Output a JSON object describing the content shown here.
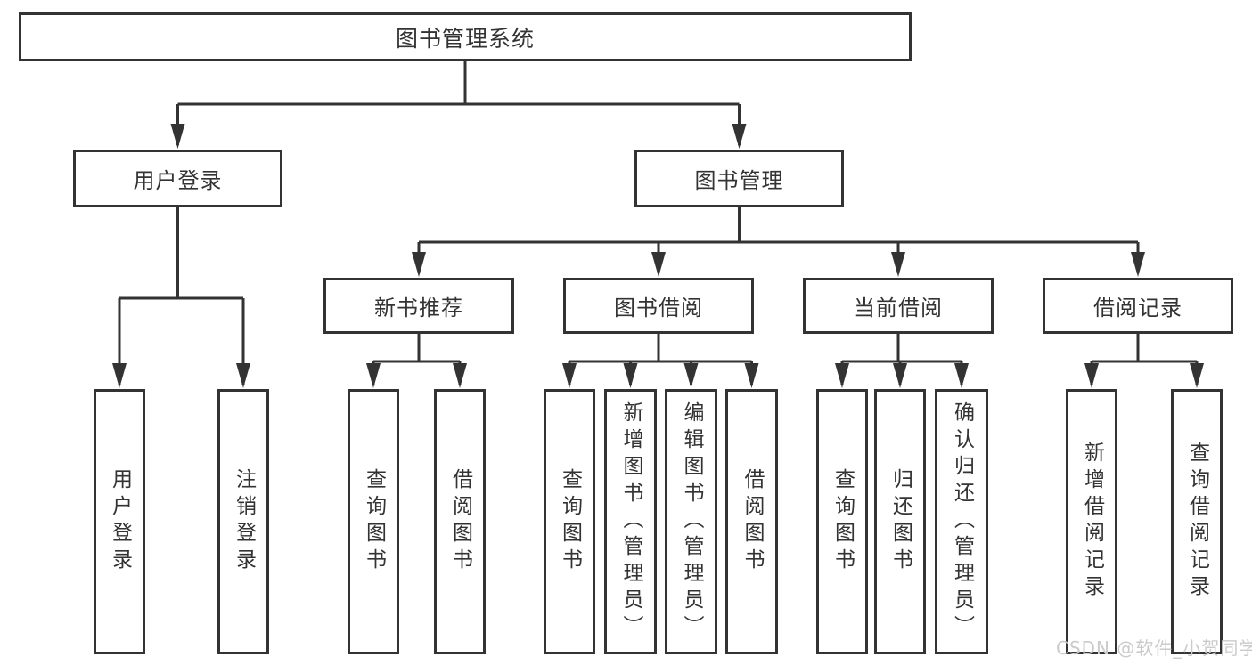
{
  "diagram_type": "hierarchy-tree",
  "style": {
    "line_color": "#333333",
    "box_border_color": "#333333",
    "text_color": "#333333",
    "watermark_color": "#cbcbcb",
    "background": "#ffffff"
  },
  "tree": {
    "label": "图书管理系统",
    "children": [
      {
        "label": "用户登录",
        "children": [
          {
            "label": "用户登录"
          },
          {
            "label": "注销登录"
          }
        ]
      },
      {
        "label": "图书管理",
        "children": [
          {
            "label": "新书推荐",
            "children": [
              {
                "label": "查询图书"
              },
              {
                "label": "借阅图书"
              }
            ]
          },
          {
            "label": "图书借阅",
            "children": [
              {
                "label": "查询图书"
              },
              {
                "label": "新增图书（管理员）"
              },
              {
                "label": "编辑图书（管理员）"
              },
              {
                "label": "借阅图书"
              }
            ]
          },
          {
            "label": "当前借阅",
            "children": [
              {
                "label": "查询图书"
              },
              {
                "label": "归还图书"
              },
              {
                "label": "确认归还（管理员）"
              }
            ]
          },
          {
            "label": "借阅记录",
            "children": [
              {
                "label": "新增借阅记录"
              },
              {
                "label": "查询借阅记录"
              }
            ]
          }
        ]
      }
    ]
  },
  "watermark": {
    "text": "CSDN @软件_小贺同学"
  }
}
